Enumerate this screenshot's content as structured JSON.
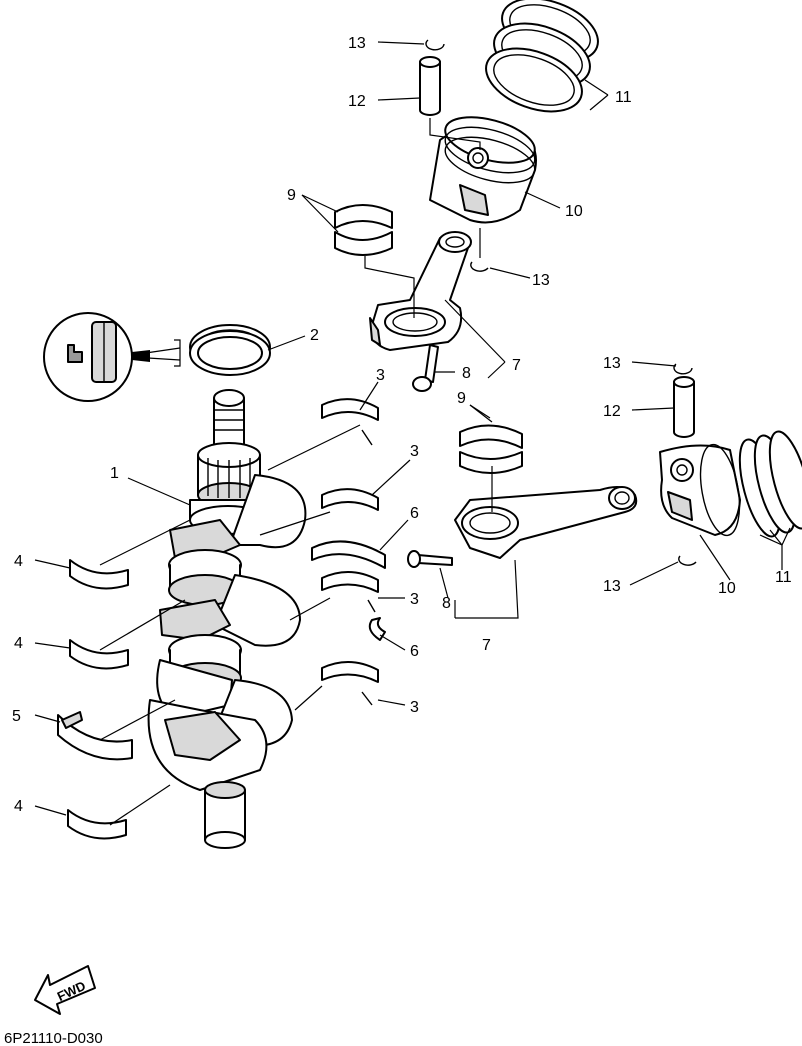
{
  "diagram": {
    "drawing_code": "6P21110-D030",
    "fwd_label": "FWD",
    "callouts": {
      "c1": "1",
      "c2": "2",
      "c3a": "3",
      "c3b": "3",
      "c3c": "3",
      "c3d": "3",
      "c4a": "4",
      "c4b": "4",
      "c4c": "4",
      "c5": "5",
      "c6a": "6",
      "c6b": "6",
      "c7a": "7",
      "c7b": "7",
      "c8a": "8",
      "c8b": "8",
      "c9a": "9",
      "c9b": "9",
      "c10a": "10",
      "c10b": "10",
      "c11a": "11",
      "c11b": "11",
      "c12a": "12",
      "c12b": "12",
      "c13a": "13",
      "c13b": "13",
      "c13c": "13",
      "c13d": "13"
    }
  }
}
